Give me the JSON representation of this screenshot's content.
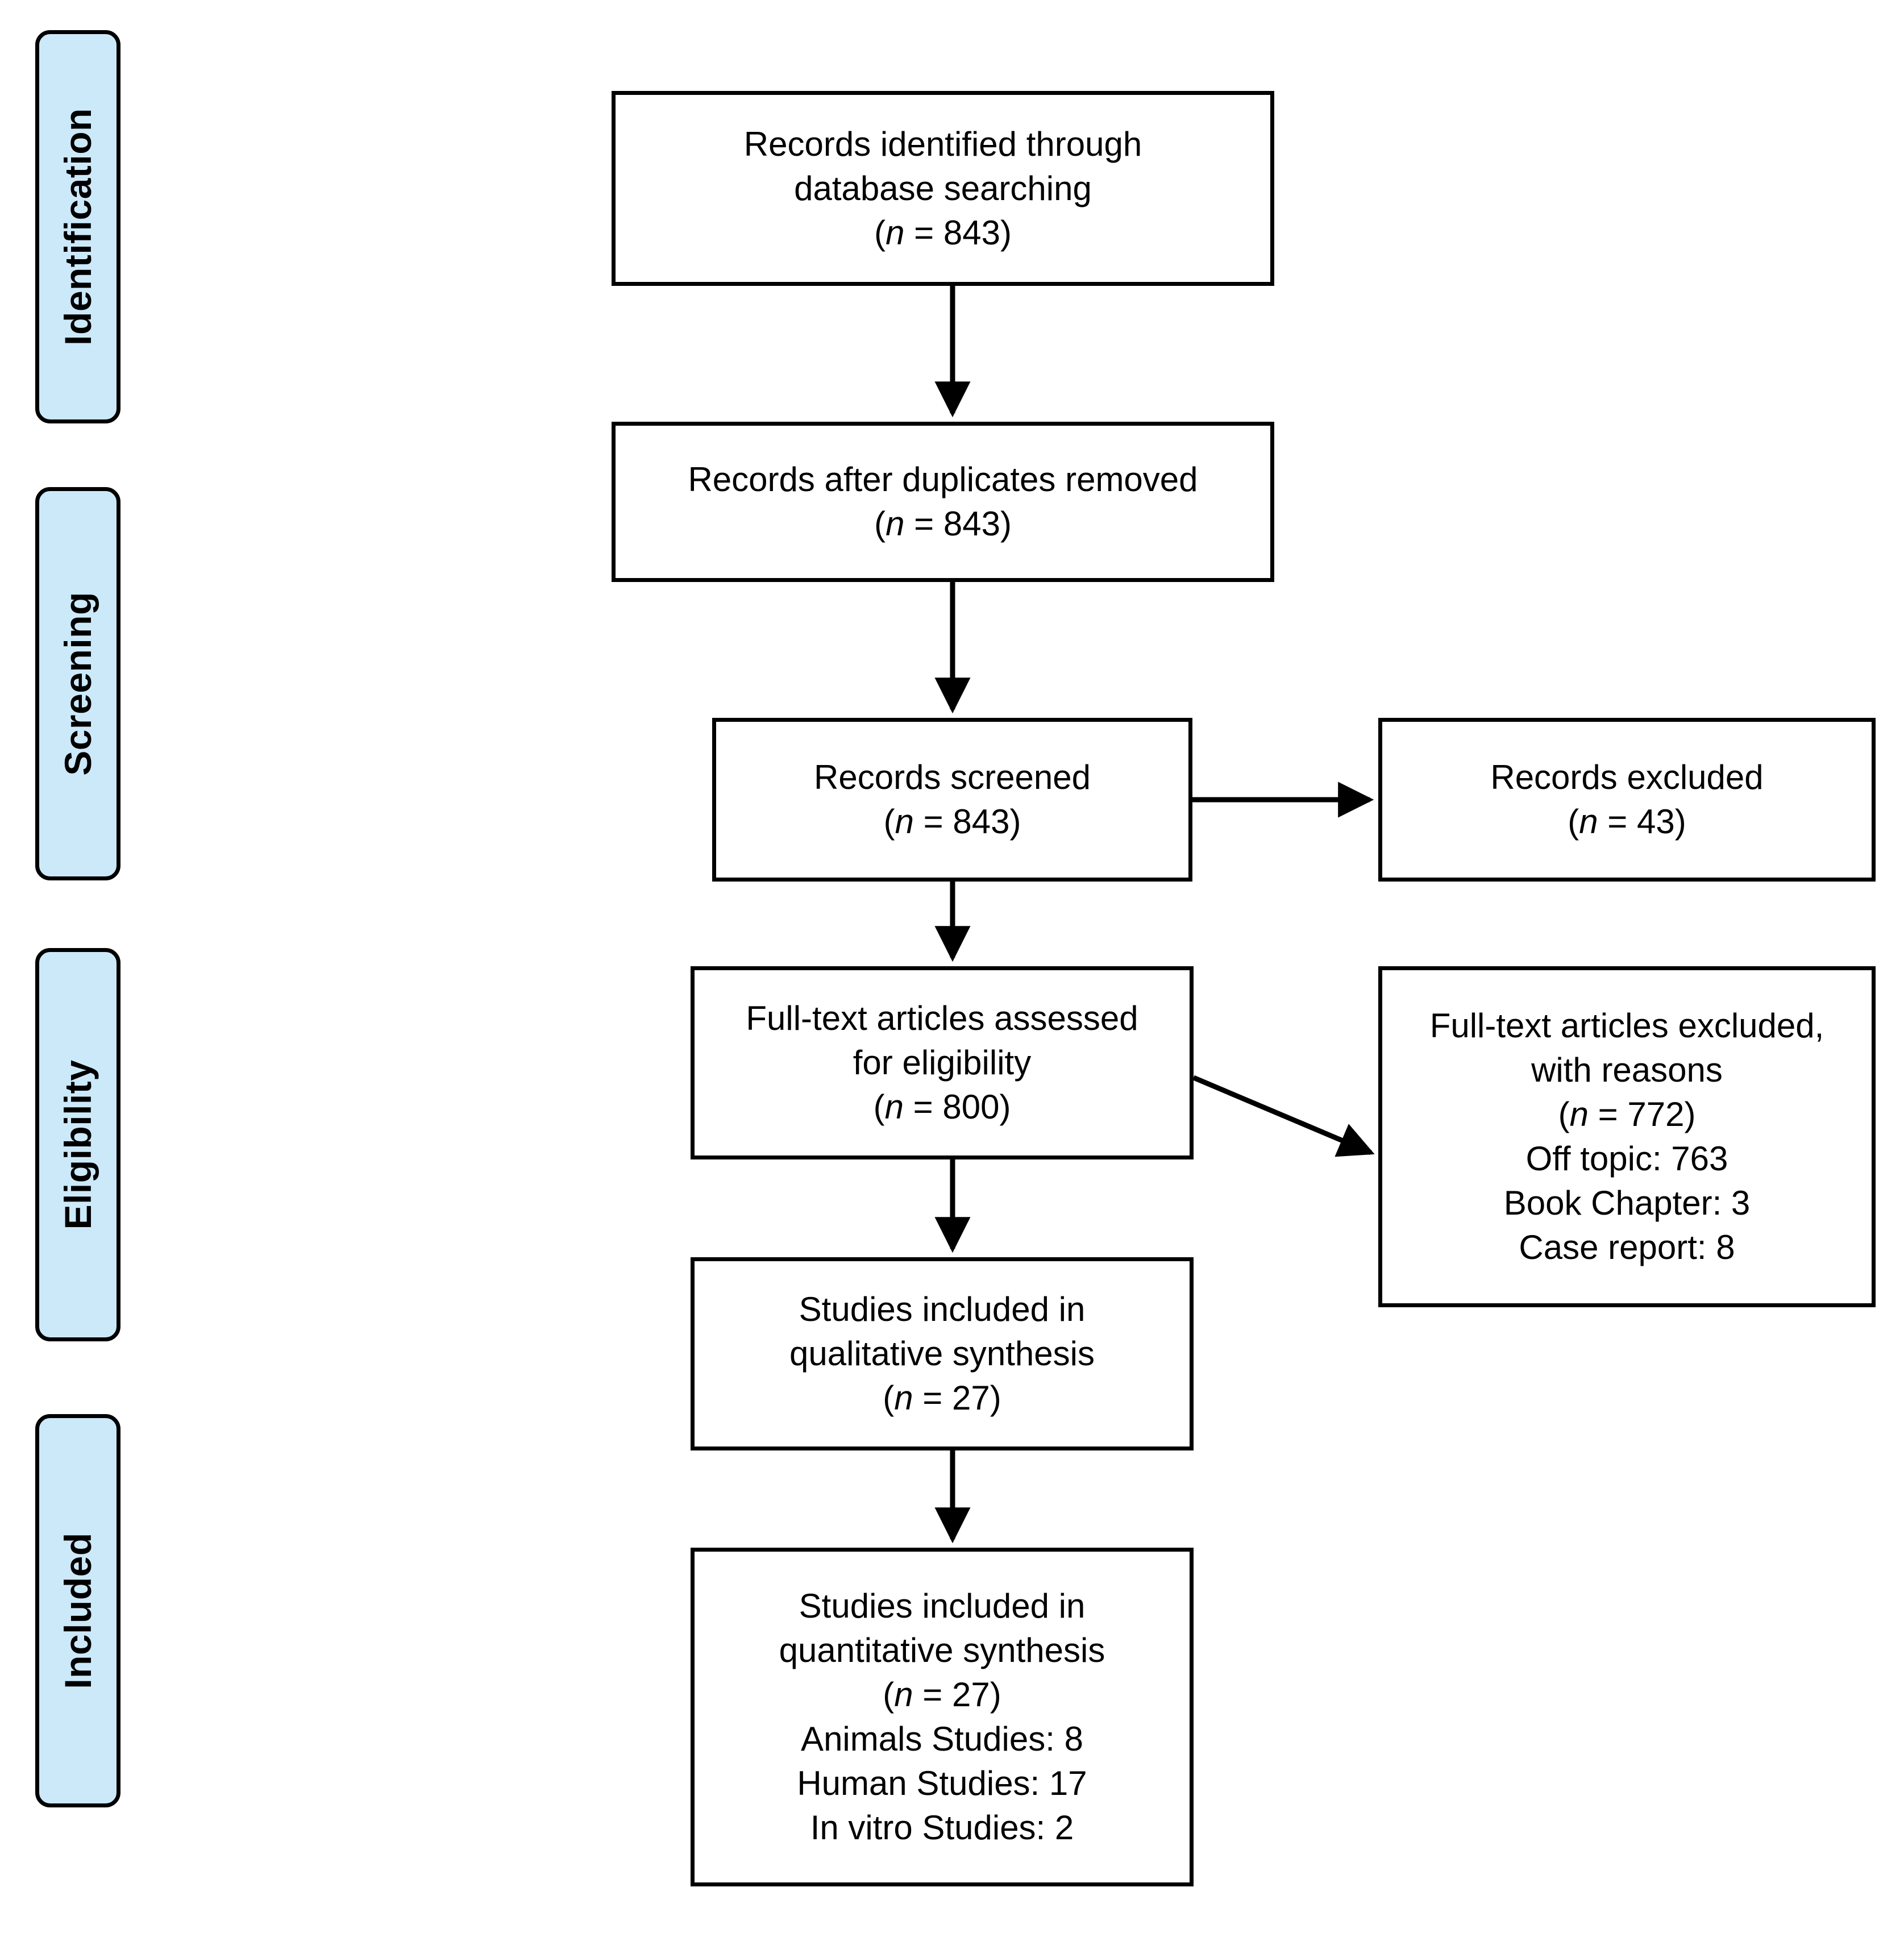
{
  "diagram": {
    "type": "prisma-flow-diagram",
    "accent_color": "#cce9fa",
    "stroke_color": "#000000",
    "background_color": "#ffffff"
  },
  "stages": [
    {
      "id": "identification",
      "label": "Identification"
    },
    {
      "id": "screening",
      "label": "Screening"
    },
    {
      "id": "eligibility",
      "label": "Eligibility"
    },
    {
      "id": "included",
      "label": "Included"
    }
  ],
  "boxes": {
    "identified": {
      "line1": "Records identified through",
      "line2": "database searching",
      "n_prefix": "(",
      "n_symbol": "n",
      "n_equals": " =  ",
      "n_value": "843",
      "n_suffix": ")"
    },
    "duplicates": {
      "line1": "Records after duplicates removed",
      "n_prefix": "(",
      "n_symbol": "n",
      "n_equals": " =  ",
      "n_value": "843",
      "n_suffix": ")"
    },
    "screened": {
      "line1": "Records screened",
      "n_prefix": "(",
      "n_symbol": "n",
      "n_equals": " =  ",
      "n_value": "843",
      "n_suffix": ")"
    },
    "records_excluded": {
      "line1": "Records excluded",
      "n_prefix": "(",
      "n_symbol": "n",
      "n_equals": " =  ",
      "n_value": "43",
      "n_suffix": ")"
    },
    "fulltext_assessed": {
      "line1": "Full-text articles assessed",
      "line2": "for eligibility",
      "n_prefix": "(",
      "n_symbol": "n",
      "n_equals": " =  ",
      "n_value": "800",
      "n_suffix": ")"
    },
    "fulltext_excluded": {
      "line1": "Full-text articles excluded,",
      "line2": "with reasons",
      "n_prefix": "(",
      "n_symbol": "n",
      "n_equals": " =  ",
      "n_value": "772",
      "n_suffix": ")",
      "reasons": [
        "Off topic: 763",
        "Book Chapter: 3",
        "Case report: 8"
      ]
    },
    "qualitative": {
      "line1": "Studies included in",
      "line2": "qualitative synthesis",
      "n_prefix": "(",
      "n_symbol": "n",
      "n_equals": " =  ",
      "n_value": "27",
      "n_suffix": ")"
    },
    "quantitative": {
      "line1": "Studies included in",
      "line2": "quantitative synthesis",
      "n_prefix": "(",
      "n_symbol": "n",
      "n_equals": " =  ",
      "n_value": "27",
      "n_suffix": ")",
      "breakdown": [
        "Animals Studies: 8",
        "Human Studies: 17",
        "In vitro Studies: 2"
      ]
    }
  },
  "chart_data": {
    "type": "diagram",
    "title": "PRISMA flow diagram",
    "nodes": [
      {
        "id": "identified",
        "stage": "Identification",
        "label": "Records identified through database searching",
        "n": 843
      },
      {
        "id": "duplicates",
        "stage": "Identification",
        "label": "Records after duplicates removed",
        "n": 843
      },
      {
        "id": "screened",
        "stage": "Screening",
        "label": "Records screened",
        "n": 843
      },
      {
        "id": "records_excluded",
        "stage": "Screening",
        "label": "Records excluded",
        "n": 43
      },
      {
        "id": "fulltext_assessed",
        "stage": "Eligibility",
        "label": "Full-text articles assessed for eligibility",
        "n": 800
      },
      {
        "id": "fulltext_excluded",
        "stage": "Eligibility",
        "label": "Full-text articles excluded, with reasons",
        "n": 772,
        "detail": {
          "Off topic": 763,
          "Book Chapter": 3,
          "Case report": 8
        }
      },
      {
        "id": "qualitative",
        "stage": "Included",
        "label": "Studies included in qualitative synthesis",
        "n": 27
      },
      {
        "id": "quantitative",
        "stage": "Included",
        "label": "Studies included in quantitative synthesis",
        "n": 27,
        "detail": {
          "Animals Studies": 8,
          "Human Studies": 17,
          "In vitro Studies": 2
        }
      }
    ],
    "edges": [
      {
        "from": "identified",
        "to": "duplicates",
        "direction": "down"
      },
      {
        "from": "duplicates",
        "to": "screened",
        "direction": "down"
      },
      {
        "from": "screened",
        "to": "records_excluded",
        "direction": "right"
      },
      {
        "from": "screened",
        "to": "fulltext_assessed",
        "direction": "down"
      },
      {
        "from": "fulltext_assessed",
        "to": "fulltext_excluded",
        "direction": "diagonal-right-down"
      },
      {
        "from": "fulltext_assessed",
        "to": "qualitative",
        "direction": "down"
      },
      {
        "from": "qualitative",
        "to": "quantitative",
        "direction": "down"
      }
    ]
  }
}
